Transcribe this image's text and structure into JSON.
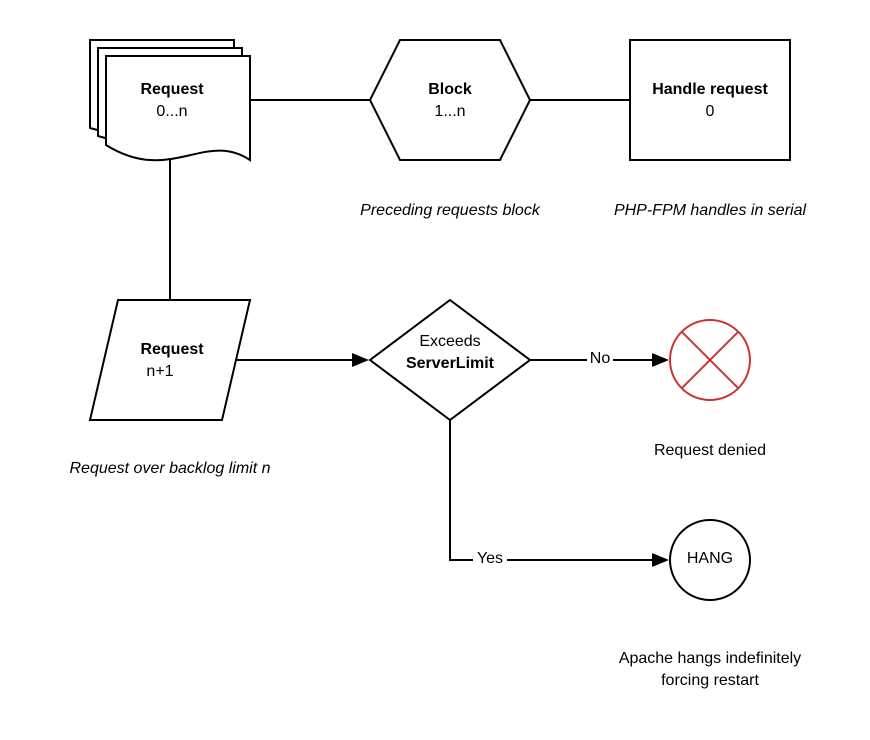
{
  "nodes": {
    "request_multi": {
      "title": "Request",
      "subtitle": "0...n"
    },
    "block": {
      "title": "Block",
      "subtitle": "1...n"
    },
    "handle_request": {
      "title": "Handle request",
      "subtitle": "0"
    },
    "request_single": {
      "title": "Request",
      "subtitle": "n+1"
    },
    "decision": {
      "line1": "Exceeds",
      "line2": "ServerLimit"
    },
    "hang": {
      "label": "HANG"
    }
  },
  "edges": {
    "no_label": "No",
    "yes_label": "Yes"
  },
  "captions": {
    "preceding_block": "Preceding requests block",
    "php_fpm_serial": "PHP-FPM handles in serial",
    "over_backlog": "Request over backlog limit n",
    "request_denied": "Request denied",
    "apache_hangs_line1": "Apache hangs indefinitely",
    "apache_hangs_line2": "forcing restart"
  },
  "colors": {
    "denied": "#cc3333",
    "stroke": "#000000"
  }
}
